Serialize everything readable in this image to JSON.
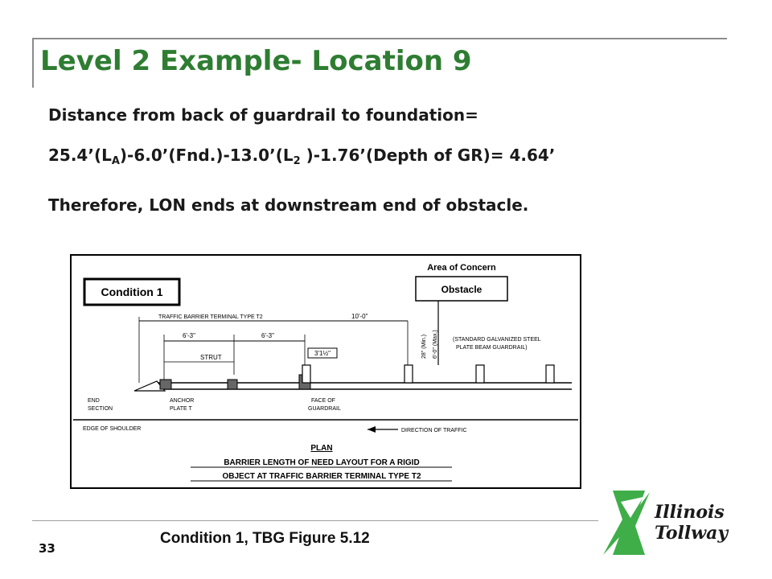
{
  "slide": {
    "title": "Level 2 Example- Location 9",
    "line1": "Distance from back of guardrail to foundation=",
    "line2": {
      "a": "25.4’(L",
      "sub_a": "A",
      "b": ")-6.0’(Fnd.)-13.0’(L",
      "sub_b": "2",
      "c": " )-1.76’(Depth of GR)= 4.64’"
    },
    "line3": "Therefore, LON ends at downstream end of obstacle.",
    "page_number": "33",
    "caption": "Condition 1, TBG Figure 5.12",
    "colors": {
      "title_green": "#2e7d32",
      "logo_green": "#3fae49"
    }
  },
  "figure": {
    "condition": "Condition 1",
    "area_of_concern": "Area of Concern",
    "obstacle": "Obstacle",
    "terminal": "TRAFFIC BARRIER TERMINAL TYPE T2",
    "dim_a": "6'-3\"",
    "dim_b": "6'-3\"",
    "dim_c": "10'-0\"",
    "dim_small": "3'1½\"",
    "strut": "STRUT",
    "height_min": "28\" (Min.)",
    "height_max": "6'-0\" (Max.)",
    "guardrail_1": "(STANDARD GALVANIZED STEEL",
    "guardrail_2": "PLATE BEAM GUARDRAIL)",
    "end_1": "END",
    "end_2": "SECTION",
    "anchor_1": "ANCHOR",
    "anchor_2": "PLATE T",
    "face_1": "FACE OF",
    "face_2": "GUARDRAIL",
    "edge": "EDGE OF SHOULDER",
    "direction": "DIRECTION OF TRAFFIC",
    "plan": "PLAN",
    "title_1": "BARRIER LENGTH OF NEED LAYOUT FOR A RIGID",
    "title_2": "OBJECT AT TRAFFIC BARRIER TERMINAL TYPE T2"
  },
  "logo": {
    "line1": "Illinois",
    "line2": "Tollway",
    "tm": "™"
  }
}
